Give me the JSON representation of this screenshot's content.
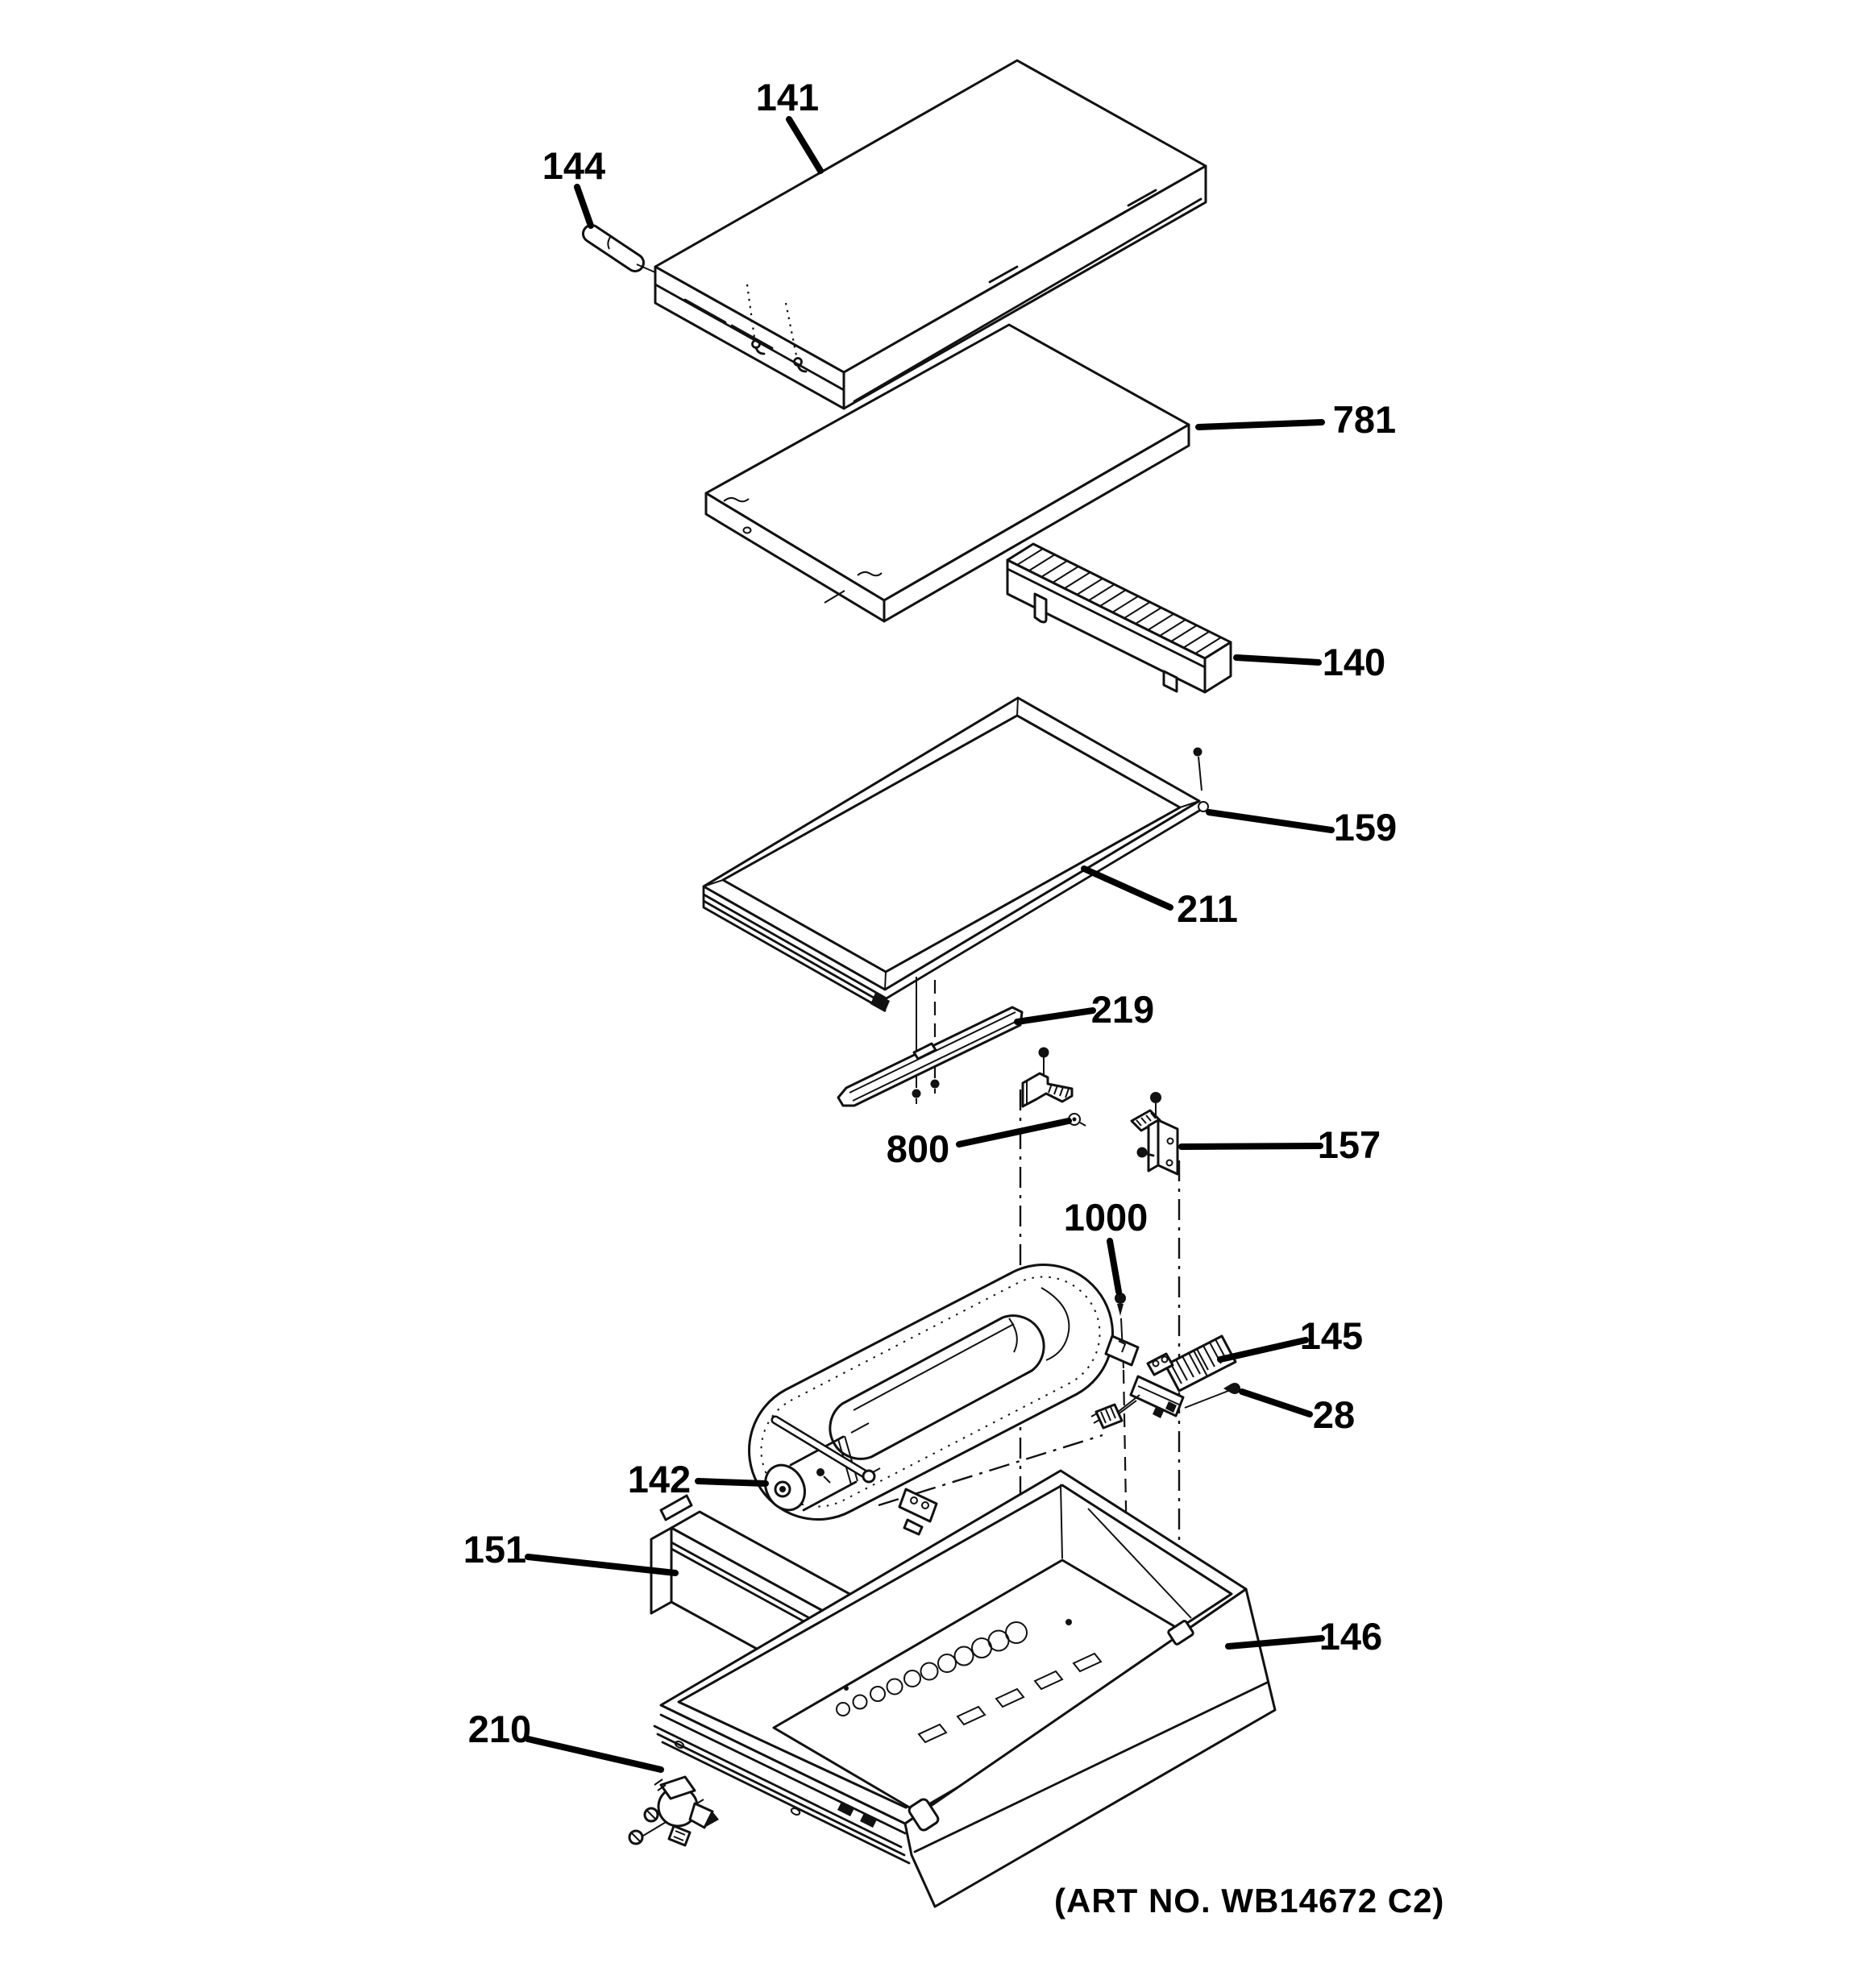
{
  "diagram": {
    "art_no": "(ART NO. WB14672 C2)",
    "background": "#ffffff",
    "line_color": "#111111",
    "label_color": "#000000",
    "callouts": [
      {
        "label": "141"
      },
      {
        "label": "144"
      },
      {
        "label": "781"
      },
      {
        "label": "140"
      },
      {
        "label": "159"
      },
      {
        "label": "211"
      },
      {
        "label": "219"
      },
      {
        "label": "800"
      },
      {
        "label": "157"
      },
      {
        "label": "1000"
      },
      {
        "label": "145"
      },
      {
        "label": "28"
      },
      {
        "label": "142"
      },
      {
        "label": "151"
      },
      {
        "label": "146"
      },
      {
        "label": "210"
      }
    ]
  }
}
